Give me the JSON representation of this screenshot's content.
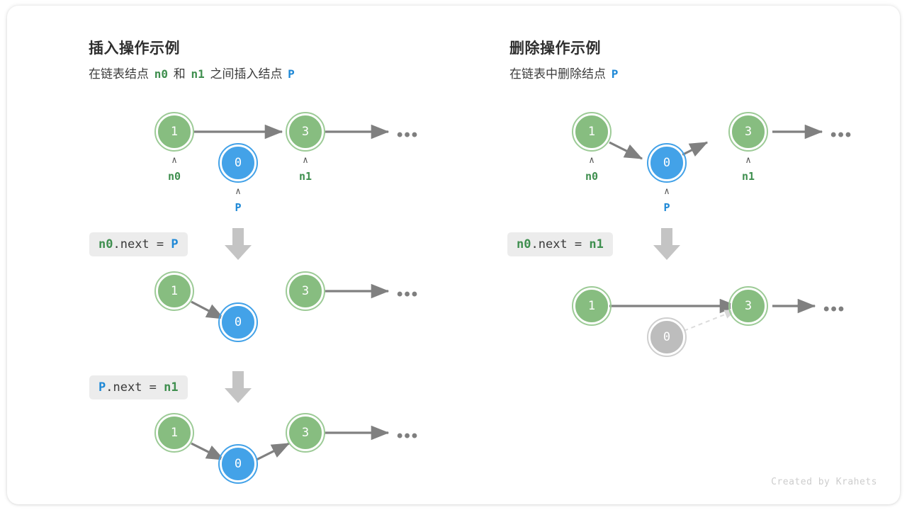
{
  "credit": "Created by Krahets",
  "colors": {
    "node_green": "#87bd80",
    "node_green_ring": "#9dcb97",
    "node_blue": "#43a2e8",
    "node_gray": "#bdbdbd",
    "arrow_gray": "#808080",
    "label_green": "#3f8f4f",
    "label_blue": "#1e88d6",
    "badge_bg": "#ececec",
    "big_arrow": "#c4c4c4"
  },
  "panels": [
    {
      "id": "insert",
      "title": "插入操作示例",
      "subtitle": {
        "parts": [
          {
            "text": "在链表结点 ",
            "style": "plain"
          },
          {
            "text": "n0",
            "style": "green-mono"
          },
          {
            "text": " 和 ",
            "style": "plain"
          },
          {
            "text": "n1",
            "style": "green-mono"
          },
          {
            "text": " 之间插入结点 ",
            "style": "plain"
          },
          {
            "text": "P",
            "style": "blue-mono"
          }
        ]
      },
      "rows": [
        {
          "id": "insert-before",
          "nodes": [
            {
              "value": "1",
              "color": "green",
              "label": "n0",
              "label_color": "green"
            },
            {
              "value": "0",
              "color": "blue",
              "label": "P",
              "label_color": "blue"
            },
            {
              "value": "3",
              "color": "green",
              "label": "n1",
              "label_color": "green"
            }
          ],
          "ellipsis": "•••"
        },
        {
          "id": "insert-step1",
          "code": {
            "pre": "n0",
            "pre_color": "green",
            "mid": ".next = ",
            "post": "P",
            "post_color": "blue"
          },
          "nodes": [
            {
              "value": "1",
              "color": "green"
            },
            {
              "value": "0",
              "color": "blue"
            },
            {
              "value": "3",
              "color": "green"
            }
          ],
          "ellipsis": "•••"
        },
        {
          "id": "insert-step2",
          "code": {
            "pre": "P",
            "pre_color": "blue",
            "mid": ".next = ",
            "post": "n1",
            "post_color": "green"
          },
          "nodes": [
            {
              "value": "1",
              "color": "green"
            },
            {
              "value": "0",
              "color": "blue"
            },
            {
              "value": "3",
              "color": "green"
            }
          ],
          "ellipsis": "•••"
        }
      ]
    },
    {
      "id": "delete",
      "title": "删除操作示例",
      "subtitle": {
        "parts": [
          {
            "text": "在链表中删除结点 ",
            "style": "plain"
          },
          {
            "text": "P",
            "style": "blue-mono"
          }
        ]
      },
      "rows": [
        {
          "id": "delete-before",
          "nodes": [
            {
              "value": "1",
              "color": "green",
              "label": "n0",
              "label_color": "green"
            },
            {
              "value": "0",
              "color": "blue",
              "label": "P",
              "label_color": "blue"
            },
            {
              "value": "3",
              "color": "green",
              "label": "n1",
              "label_color": "green"
            }
          ],
          "ellipsis": "•••"
        },
        {
          "id": "delete-step1",
          "code": {
            "pre": "n0",
            "pre_color": "green",
            "mid": ".next = ",
            "post": "n1",
            "post_color": "green"
          },
          "nodes": [
            {
              "value": "1",
              "color": "green"
            },
            {
              "value": "0",
              "color": "gray"
            },
            {
              "value": "3",
              "color": "green"
            }
          ],
          "ellipsis": "•••"
        }
      ]
    }
  ]
}
